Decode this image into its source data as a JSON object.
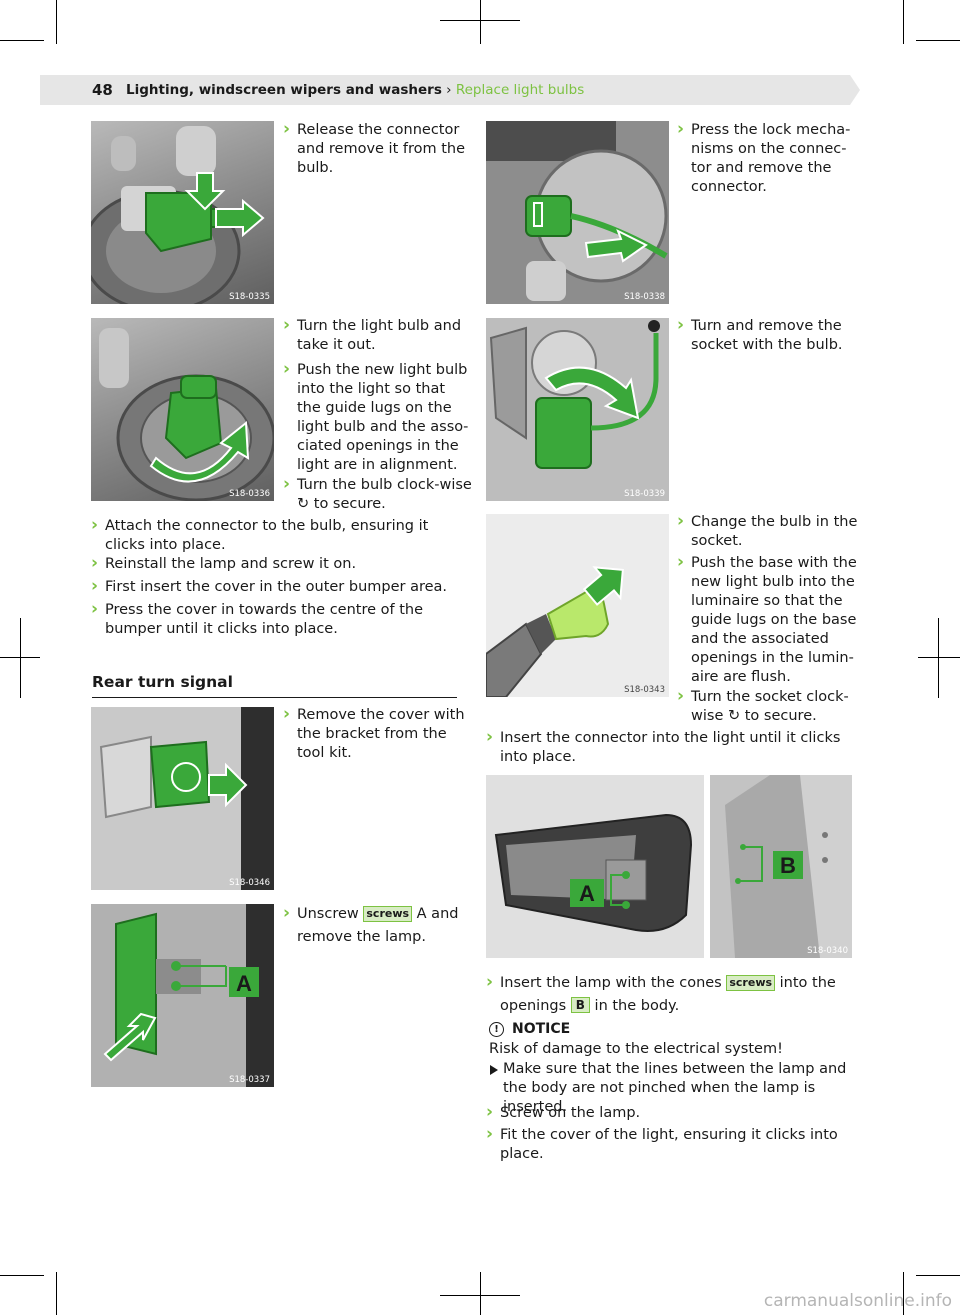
{
  "header": {
    "page_number": "48",
    "section": "Lighting, windscreen wipers and washers",
    "separator": " › ",
    "current": "Replace light bulbs"
  },
  "figures": {
    "f0335": "S18-0335",
    "f0336": "S18-0336",
    "f0346": "S18-0346",
    "f0337": "S18-0337",
    "f0338": "S18-0338",
    "f0339": "S18-0339",
    "f0343": "S18-0343",
    "f0340": "S18-0340"
  },
  "labels": {
    "A": "A",
    "B": "B"
  },
  "steps": {
    "release_connector": "Release the connector and remove it from the bulb.",
    "turn_bulb_out": "Turn the light bulb and take it out.",
    "push_new_bulb": "Push the new light bulb into the light so that the guide lugs on the light bulb and the asso‐ciated openings in the light are in alignment.",
    "turn_clockwise_a": "Turn the bulb clock‐wise",
    "turn_clockwise_b": "to secure.",
    "attach_connector": "Attach the connector to the bulb, ensuring it clicks into place.",
    "reinstall_lamp": "Reinstall the lamp and screw it on.",
    "insert_cover": "First insert the cover in the outer bumper area.",
    "press_cover": "Press the cover in towards the centre of the bumper until it clicks into place.",
    "remove_cover": "Remove the cover with the bracket from the tool kit.",
    "unscrew_a": "Unscrew",
    "unscrew_tag": "screws",
    "unscrew_b": "A and remove the lamp.",
    "press_lock": "Press the lock mecha‐nisms on the connec‐tor and remove the connector.",
    "turn_socket": "Turn and remove the socket with the bulb.",
    "change_bulb": "Change the bulb in the socket.",
    "push_base": "Push the base with the new light bulb into the luminaire so that the guide lugs on the base and the associated openings in the lumin‐aire are flush.",
    "socket_clockwise_a": "Turn the socket clock‐wise",
    "socket_clockwise_b": "to secure.",
    "insert_connector": "Insert the connector into the light until it clicks into place.",
    "insert_lamp_a": "Insert the lamp with the cones",
    "insert_lamp_tag": "screws",
    "insert_lamp_b": "into the openings",
    "insert_lamp_tag2": "B",
    "insert_lamp_c": "in the body.",
    "screw_on": "Screw on the lamp.",
    "fit_cover": "Fit the cover of the light, ensuring it clicks into place."
  },
  "section_title": "Rear turn signal",
  "notice": {
    "title": "NOTICE",
    "text": "Risk of damage to the electrical system!",
    "item": "Make sure that the lines between the lamp and the body are not pinched when the lamp is inserted."
  },
  "watermark": "carmanualsonline.info",
  "colors": {
    "accent": "#7dc242",
    "part_green": "#3aa83a",
    "header_bg": "#e6e6e6"
  }
}
